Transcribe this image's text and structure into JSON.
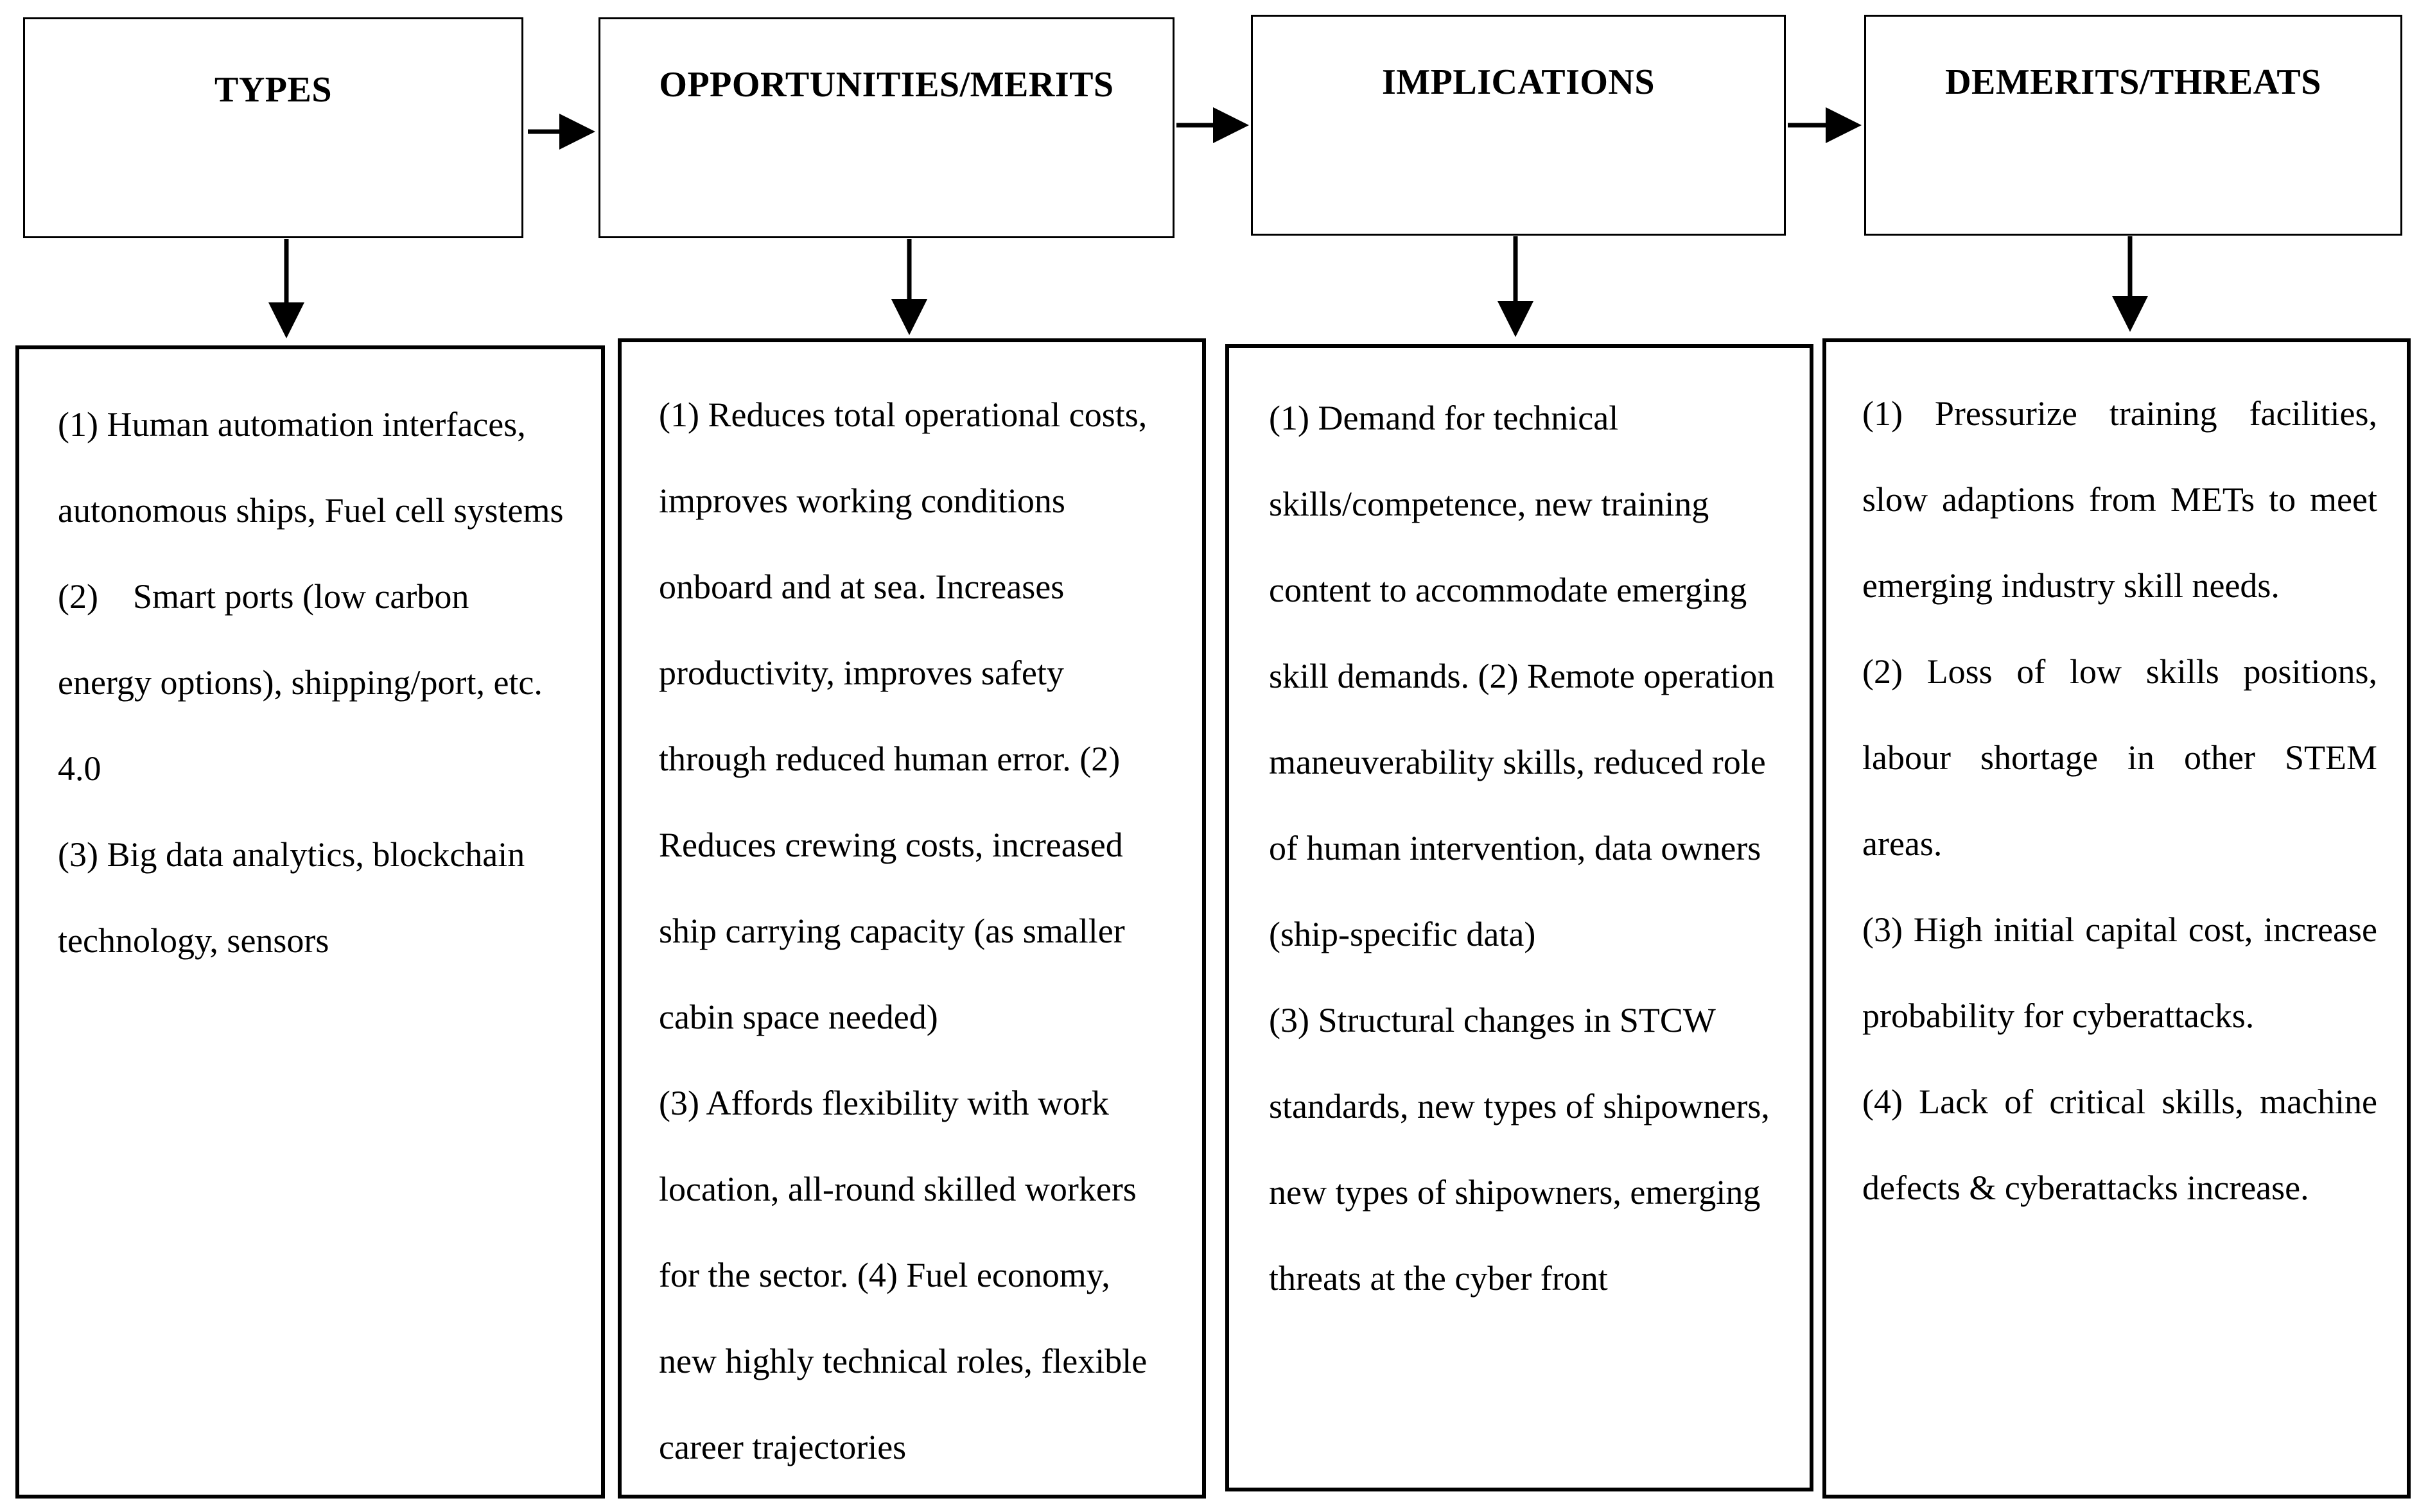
{
  "diagram": {
    "columns": [
      {
        "header": "TYPES",
        "body": "(1) Human automation interfaces, autonomous ships, Fuel cell systems\n(2)    Smart ports (low carbon energy options), shipping/port, etc. 4.0\n(3) Big data analytics, blockchain technology, sensors"
      },
      {
        "header": "OPPORTUNITIES/MERITS",
        "body": "(1) Reduces total operational costs, improves working conditions onboard and at sea. Increases productivity, improves safety through reduced human error. (2) Reduces crewing costs, increased ship carrying capacity (as smaller cabin space needed)\n(3) Affords flexibility with work location, all-round skilled workers for the sector. (4) Fuel economy, new highly technical roles, flexible career trajectories"
      },
      {
        "header": "IMPLICATIONS",
        "body": "(1) Demand for technical skills/competence, new training content to accommodate emerging skill demands. (2) Remote operation maneuverability skills, reduced role of human intervention, data owners (ship-specific data)\n(3) Structural changes in STCW standards, new types of shipowners, new types of shipowners, emerging threats at the cyber front"
      },
      {
        "header": "DEMERITS/THREATS",
        "body": "(1) Pressurize training facilities, slow adaptions from METs to meet emerging industry skill needs.\n(2) Loss of low skills positions, labour shortage in other STEM areas.\n(3) High initial capital cost, increase probability for cyberattacks.\n(4) Lack of critical skills, machine defects & cyberattacks increase."
      }
    ]
  }
}
